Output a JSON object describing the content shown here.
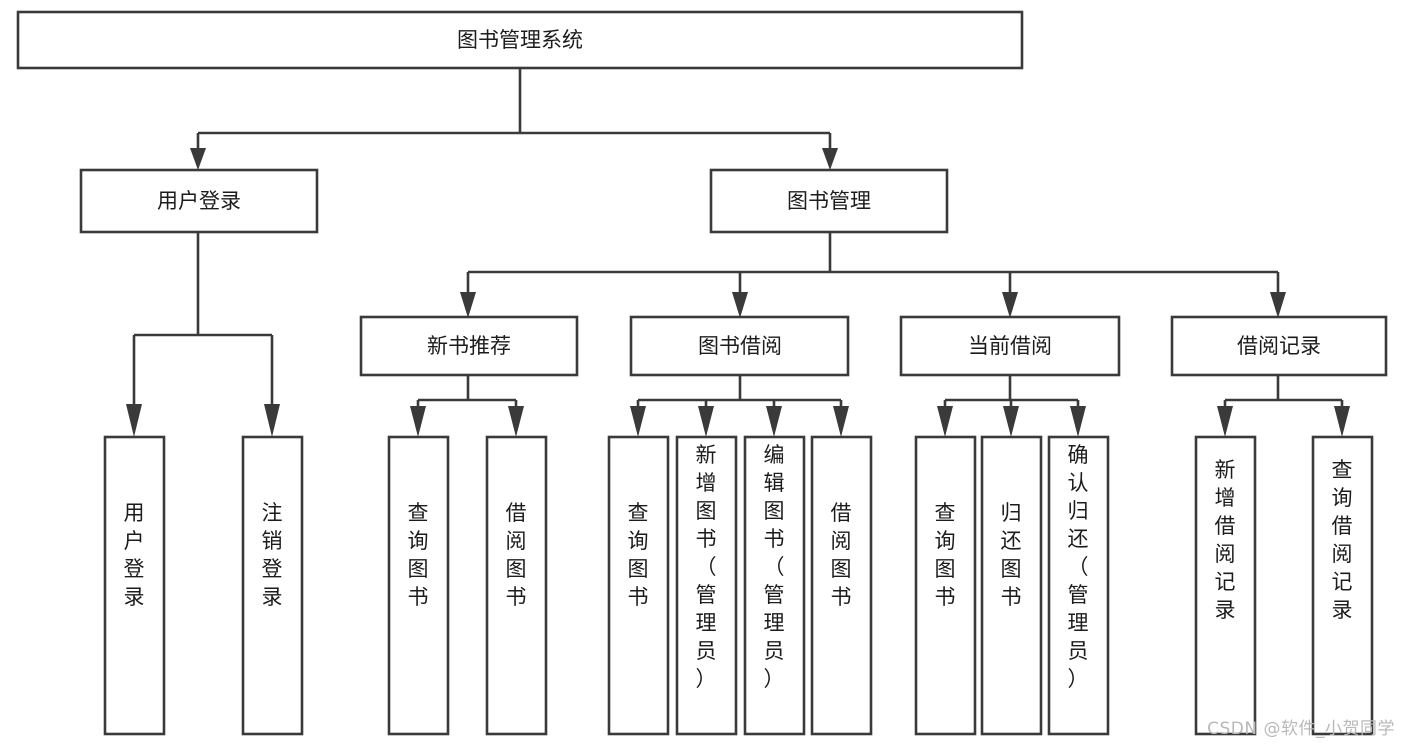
{
  "diagram": {
    "type": "tree-hierarchy-diagram",
    "title": "图书管理系统",
    "watermark": "CSDN @软件_小贺同学",
    "colors": {
      "box_stroke": "#3a3a3a",
      "box_fill": "#ffffff",
      "text": "#1c1c1c",
      "background": "#ffffff",
      "watermark": "#b9b9b9"
    },
    "nodes": {
      "root": {
        "label": "图书管理系统",
        "orientation": "horizontal"
      },
      "level2": [
        {
          "id": "user-login",
          "label": "用户登录",
          "orientation": "horizontal"
        },
        {
          "id": "book-manage",
          "label": "图书管理",
          "orientation": "horizontal"
        }
      ],
      "level3": [
        {
          "id": "new-book-recommend",
          "label": "新书推荐",
          "orientation": "horizontal"
        },
        {
          "id": "book-borrow",
          "label": "图书借阅",
          "orientation": "horizontal"
        },
        {
          "id": "current-borrow",
          "label": "当前借阅",
          "orientation": "horizontal"
        },
        {
          "id": "borrow-record",
          "label": "借阅记录",
          "orientation": "horizontal"
        }
      ],
      "leaves": [
        {
          "id": "leaf-user-login",
          "label": "用户登录",
          "parent": "user-login",
          "orientation": "vertical"
        },
        {
          "id": "leaf-logout-login",
          "label": "注销登录",
          "parent": "user-login",
          "orientation": "vertical"
        },
        {
          "id": "leaf-query-book-1",
          "label": "查询图书",
          "parent": "new-book-recommend",
          "orientation": "vertical"
        },
        {
          "id": "leaf-borrow-book-1",
          "label": "借阅图书",
          "parent": "new-book-recommend",
          "orientation": "vertical"
        },
        {
          "id": "leaf-query-book-2",
          "label": "查询图书",
          "parent": "book-borrow",
          "orientation": "vertical"
        },
        {
          "id": "leaf-add-book",
          "label": "新增图书（管理员）",
          "parent": "book-borrow",
          "orientation": "vertical"
        },
        {
          "id": "leaf-edit-book",
          "label": "编辑图书（管理员）",
          "parent": "book-borrow",
          "orientation": "vertical"
        },
        {
          "id": "leaf-borrow-book-2",
          "label": "借阅图书",
          "parent": "book-borrow",
          "orientation": "vertical"
        },
        {
          "id": "leaf-query-book-3",
          "label": "查询图书",
          "parent": "current-borrow",
          "orientation": "vertical"
        },
        {
          "id": "leaf-return-book",
          "label": "归还图书",
          "parent": "current-borrow",
          "orientation": "vertical"
        },
        {
          "id": "leaf-confirm-return",
          "label": "确认归还（管理员）",
          "parent": "current-borrow",
          "orientation": "vertical"
        },
        {
          "id": "leaf-add-record",
          "label": "新增借阅记录",
          "parent": "borrow-record",
          "orientation": "vertical"
        },
        {
          "id": "leaf-query-record",
          "label": "查询借阅记录",
          "parent": "borrow-record",
          "orientation": "vertical"
        }
      ]
    }
  }
}
